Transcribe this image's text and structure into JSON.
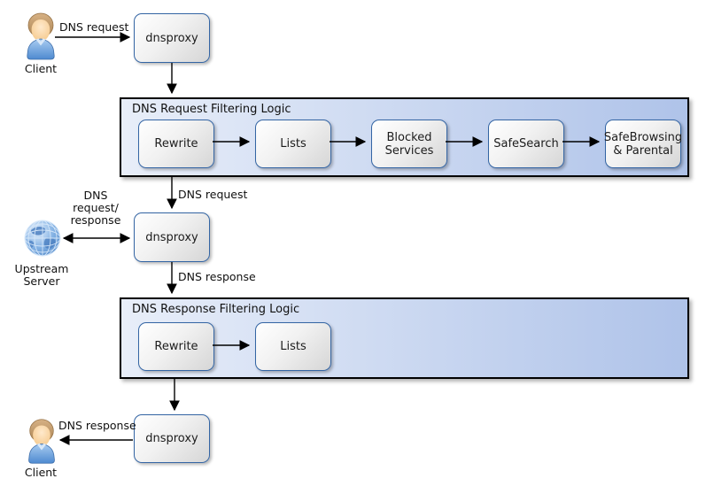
{
  "colors": {
    "node_border": "#3465a4",
    "node_fill_top": "#ffffff",
    "node_fill_bottom": "#d6d6d6",
    "container_border": "#000000",
    "container_fill_left": "#e8eef9",
    "container_fill_right": "#afc3e9",
    "arrow": "#000000",
    "text": "#1a1a1a"
  },
  "nodes": {
    "client_top_label": "Client",
    "dnsproxy_top": "dnsproxy",
    "dnsproxy_mid": "dnsproxy",
    "dnsproxy_bottom": "dnsproxy",
    "upstream_label": "Upstream\nServer",
    "client_bottom_label": "Client"
  },
  "containers": [
    {
      "title": "DNS Request Filtering Logic",
      "boxes": [
        "Rewrite",
        "Lists",
        "Blocked Services",
        "SafeSearch",
        "SafeBrowsing & Parental"
      ]
    },
    {
      "title": "DNS Response Filtering Logic",
      "boxes": [
        "Rewrite",
        "Lists"
      ]
    }
  ],
  "edge_labels": {
    "client_request": "DNS request",
    "filtered_request": "DNS request",
    "upstream_exchange": "DNS\nrequest/\nresponse",
    "proxy_response": "DNS response",
    "client_response": "DNS response"
  },
  "icons": {
    "client_top": "user-icon",
    "upstream_server": "globe-icon",
    "client_bottom": "user-icon"
  }
}
